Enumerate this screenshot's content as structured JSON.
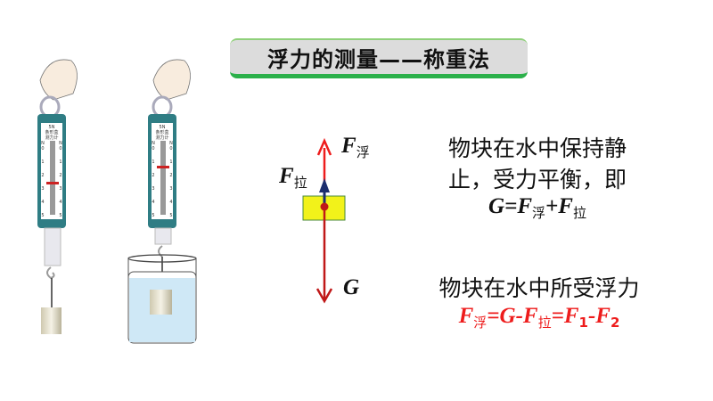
{
  "title": "浮力的测量——称重法",
  "diagram": {
    "label_buoyancy": "F",
    "label_buoyancy_sub": "浮",
    "label_pull": "F",
    "label_pull_sub": "拉",
    "label_gravity": "G"
  },
  "scale": {
    "unit": "N",
    "ticks": [
      "0",
      "1",
      "2",
      "3",
      "4",
      "5"
    ],
    "caption": [
      "5N",
      "条形盒",
      "测力计"
    ]
  },
  "text1": {
    "line1": "物块在水中保持静",
    "line2": "止，受力平衡，即",
    "formula": {
      "g": "G=",
      "f1": "F",
      "s1": "浮",
      "plus": "+",
      "f2": "F",
      "s2": "拉"
    }
  },
  "text2": {
    "line1": "物块在水中所受浮力",
    "formula": {
      "f1": "F",
      "s1": "浮",
      "eq1": "=G-",
      "f2": "F",
      "s2": "拉",
      "eq2": "=",
      "f3": "F",
      "s3": "1",
      "minus": "-",
      "f4": "F",
      "s4": "2"
    }
  },
  "colors": {
    "red": "#ee1c1c",
    "title_bar": "#dcdcdc",
    "title_border": "#2bb04a",
    "block": "#f2f21a"
  }
}
